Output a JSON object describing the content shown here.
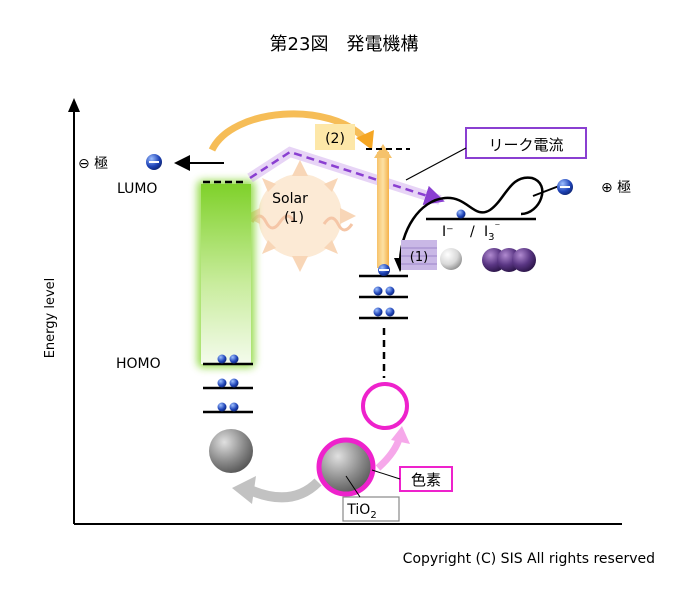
{
  "title": "第23図　発電機構",
  "labels": {
    "minus_pole": "⊖ 極",
    "plus_pole": "⊕ 極",
    "lumo": "LUMO",
    "homo": "HOMO",
    "energy_level": "Energy level",
    "solar": "Solar",
    "solar_step": "(1)",
    "step2": "(2)",
    "step1_right": "(1)",
    "leak_current": "リーク電流",
    "iodide_ion": "I⁻",
    "slash": "/",
    "triiodide_base": "I",
    "triiodide_sub": "3",
    "triiodide_sup": "⁻",
    "dye": "色素",
    "tio2_base": "TiO",
    "tio2_sub": "2"
  },
  "copyright": "Copyright (C) SIS All rights reserved",
  "colors": {
    "band_green": "#7dd321",
    "arrow_orange": "#f5a623",
    "leak_purple": "#8a3fd1",
    "dye_magenta": "#ee22cc",
    "electron_blue": "#1a3fa8",
    "iodine_purple": "#4a2a6e",
    "gray_arrow": "#bdbdbd"
  }
}
